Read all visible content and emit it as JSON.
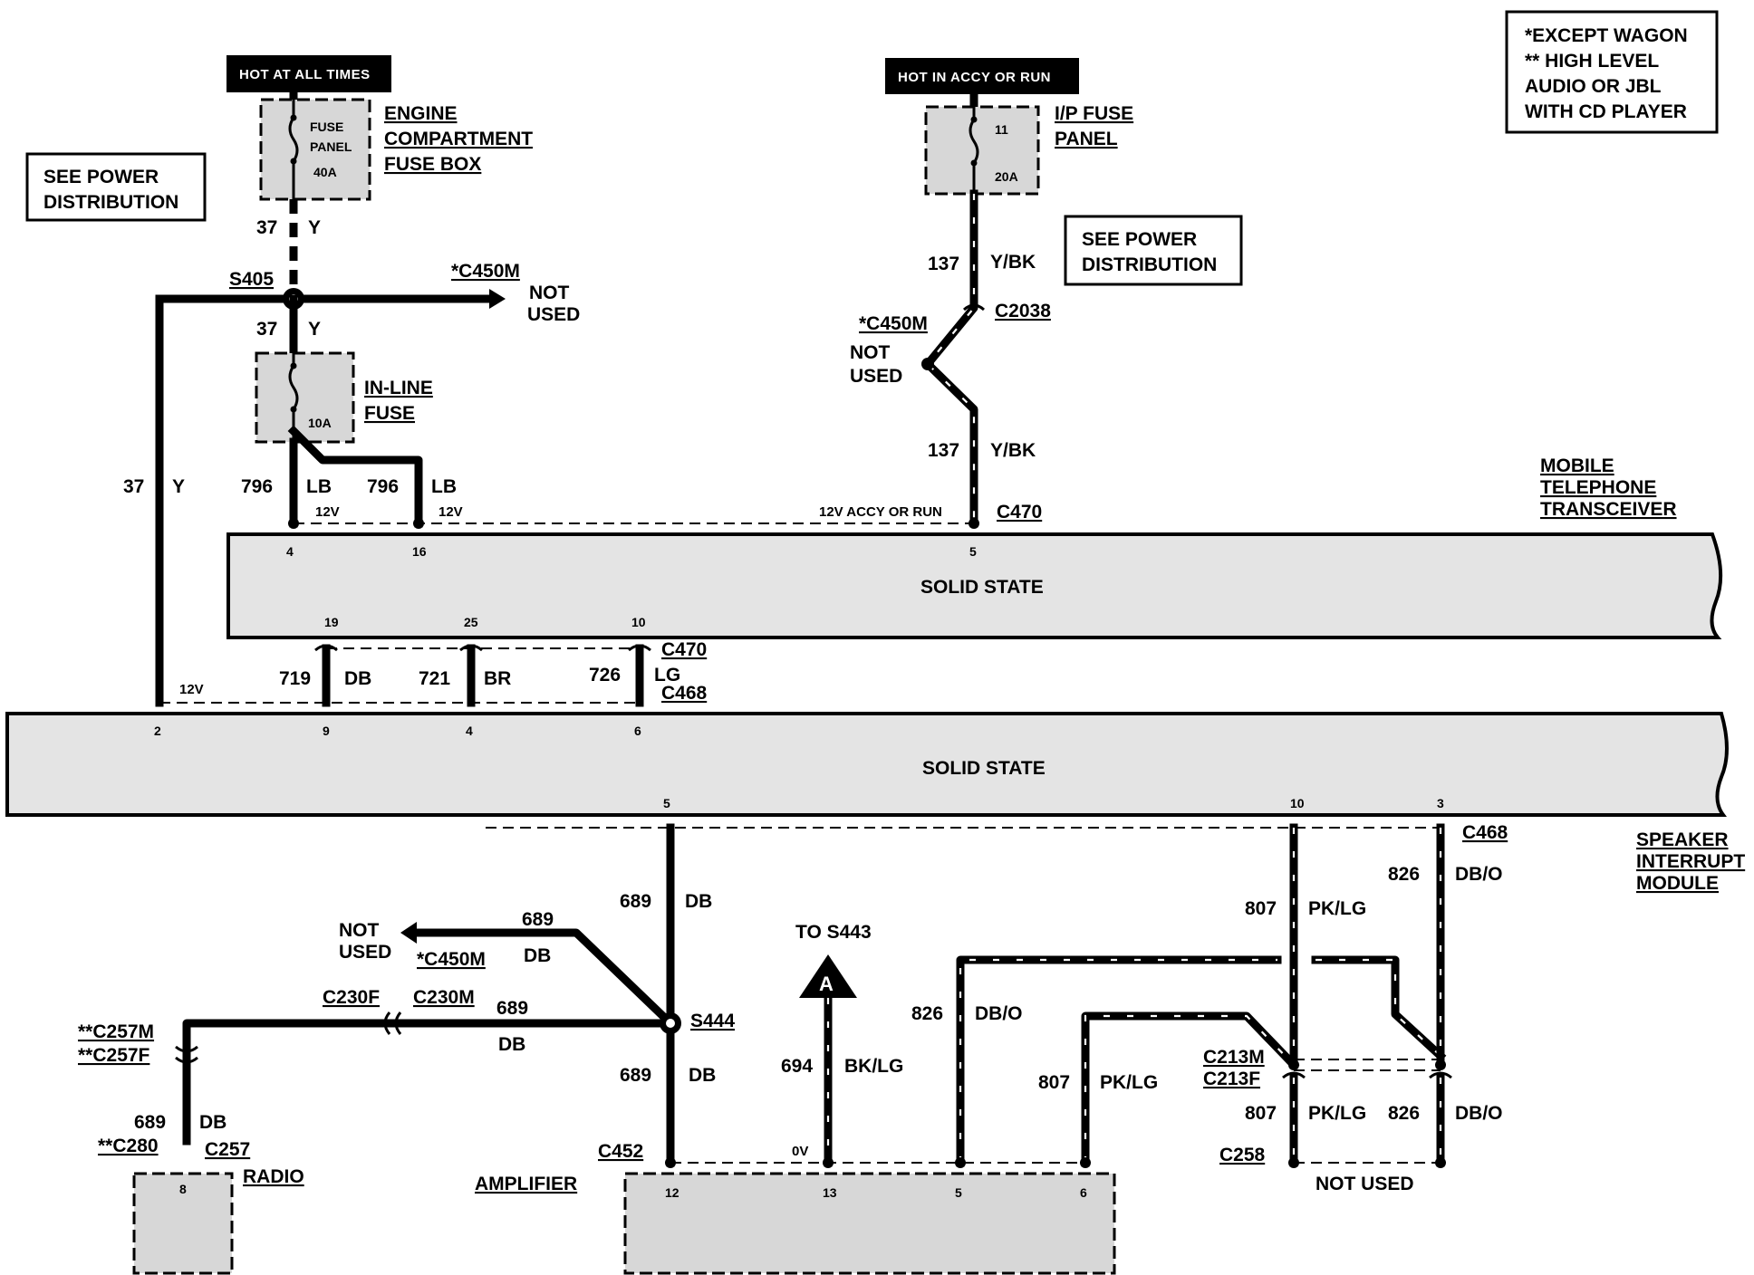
{
  "notes": {
    "footnote_line1": "*EXCEPT WAGON",
    "footnote_line2": "** HIGH LEVEL",
    "footnote_line3": "AUDIO OR JBL",
    "footnote_line4": "WITH CD PLAYER",
    "see_power_left_1": "SEE POWER",
    "see_power_left_2": "DISTRIBUTION",
    "see_power_right_1": "SEE POWER",
    "see_power_right_2": "DISTRIBUTION"
  },
  "hot_labels": {
    "always": "HOT AT ALL TIMES",
    "accy_run": "HOT IN ACCY OR RUN"
  },
  "engine_fuse": {
    "line1": "FUSE",
    "line2": "PANEL",
    "amp": "40A",
    "name1": "ENGINE",
    "name2": "COMPARTMENT",
    "name3": "FUSE BOX"
  },
  "ip_fuse": {
    "number": "11",
    "amp": "20A",
    "name1": "I/P FUSE",
    "name2": "PANEL"
  },
  "inline_fuse": {
    "amp": "10A",
    "name1": "IN-LINE",
    "name2": "FUSE"
  },
  "wires": {
    "w37": "37",
    "y": "Y",
    "w137": "137",
    "ybk": "Y/BK",
    "w796": "796",
    "lb": "LB",
    "w719": "719",
    "db": "DB",
    "w721": "721",
    "br": "BR",
    "w726": "726",
    "lg": "LG",
    "w689": "689",
    "w694": "694",
    "bklg": "BK/LG",
    "w826": "826",
    "dbo": "DB/O",
    "w807": "807",
    "pklg": "PK/LG"
  },
  "splices": {
    "s405": "S405",
    "s444": "S444"
  },
  "connectors": {
    "c450m": "*C450M",
    "c2038": "C2038",
    "c470": "C470",
    "c468": "C468",
    "c230f": "C230F",
    "c230m": "C230M",
    "c257m": "**C257M",
    "c257f": "**C257F",
    "c280": "**C280",
    "c257": "C257",
    "c452": "C452",
    "c213m": "C213M",
    "c213f": "C213F",
    "c258": "C258"
  },
  "text": {
    "not": "NOT",
    "used": "USED",
    "not_used": "NOT USED",
    "v12": "12V",
    "v12_accy": "12V ACCY OR RUN",
    "v0": "0V",
    "to_s443": "TO S443",
    "ref_a": "A"
  },
  "modules": {
    "transceiver_state": "SOLID STATE",
    "transceiver_name1": "MOBILE",
    "transceiver_name2": "TELEPHONE",
    "transceiver_name3": "TRANSCEIVER",
    "interrupt_state": "SOLID STATE",
    "interrupt_name1": "SPEAKER",
    "interrupt_name2": "INTERRUPT",
    "interrupt_name3": "MODULE",
    "radio": "RADIO",
    "amplifier": "AMPLIFIER"
  },
  "pins": {
    "t4": "4",
    "t16": "16",
    "t5": "5",
    "t19": "19",
    "t25": "25",
    "t10": "10",
    "m2": "2",
    "m9": "9",
    "m4": "4",
    "m6": "6",
    "m5": "5",
    "m10": "10",
    "m3": "3",
    "r8": "8",
    "a12": "12",
    "a13": "13",
    "a5": "5",
    "a6": "6"
  }
}
